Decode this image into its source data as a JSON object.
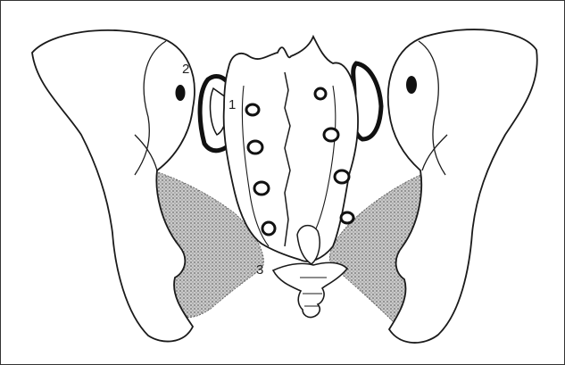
{
  "diagram": {
    "labels": [
      {
        "id": "label-1",
        "text": "1"
      },
      {
        "id": "label-2",
        "text": "2"
      },
      {
        "id": "label-3",
        "text": "3"
      }
    ],
    "colors": {
      "outline": "#1a1a1a",
      "ligament_shade": "#8a8a8a",
      "bone_fill": "#ffffff",
      "joint_fill": "#111111"
    }
  }
}
